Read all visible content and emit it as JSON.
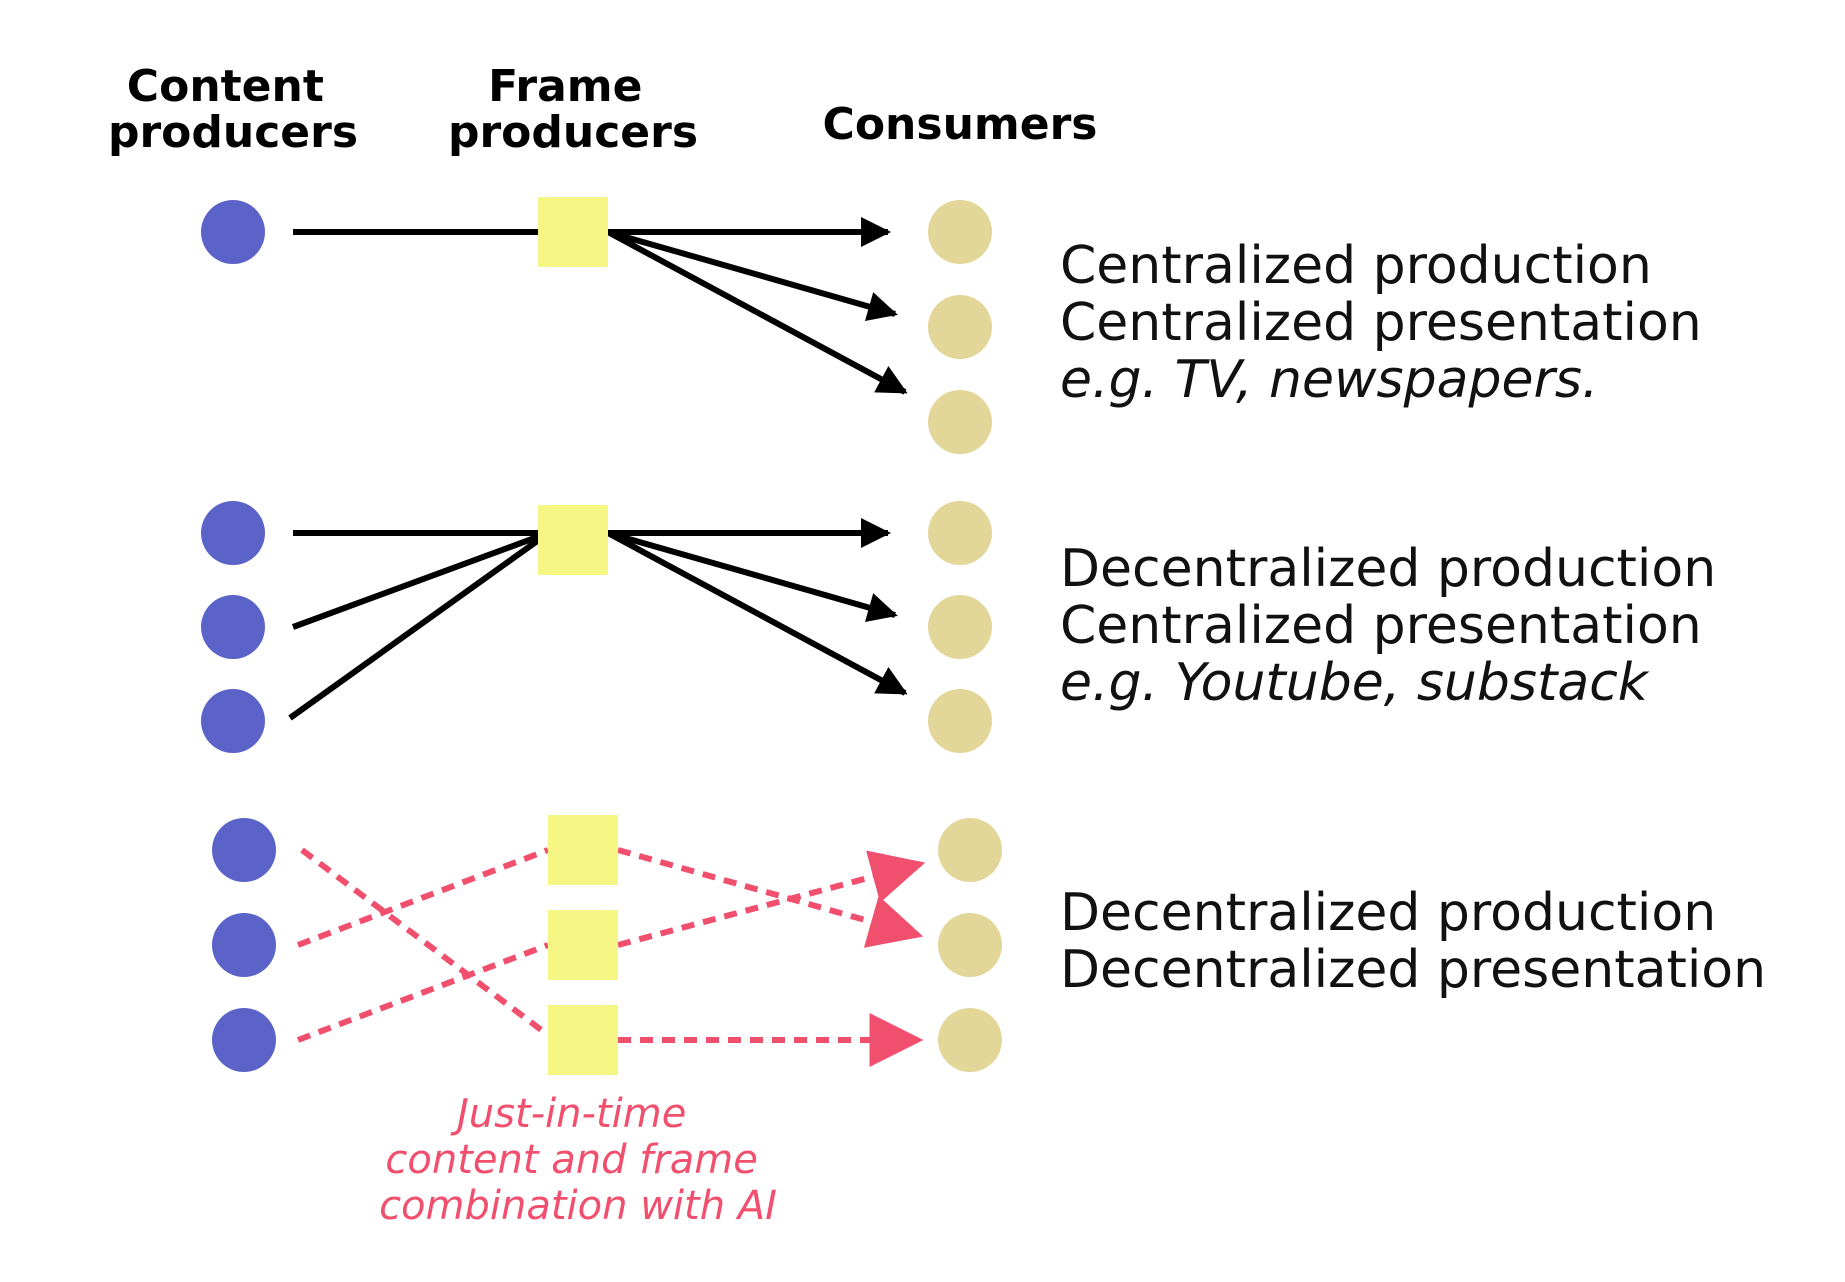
{
  "headers": {
    "content_producers": [
      "Content",
      "producers"
    ],
    "frame_producers": [
      "Frame",
      "producers"
    ],
    "consumers": "Consumers"
  },
  "rows": [
    {
      "lines": [
        "Centralized production",
        "Centralized presentation",
        "e.g. TV, newspapers."
      ],
      "content_producers": 1,
      "frame_producers": 1,
      "consumers": 3
    },
    {
      "lines": [
        "Decentralized production",
        "Centralized presentation",
        "e.g. Youtube, substack"
      ],
      "content_producers": 3,
      "frame_producers": 1,
      "consumers": 3
    },
    {
      "lines": [
        "Decentralized production",
        "Decentralized presentation"
      ],
      "content_producers": 3,
      "frame_producers": 3,
      "consumers": 3
    }
  ],
  "caption": [
    "Just-in-time",
    "content and frame",
    "combination with AI"
  ],
  "colors": {
    "content_producer": "#5b63c9",
    "frame_producer": "#f5f683",
    "consumer": "#e2d699",
    "solid_arrow": "#000000",
    "dashed_arrow": "#f0506e",
    "caption": "#f0506e"
  }
}
